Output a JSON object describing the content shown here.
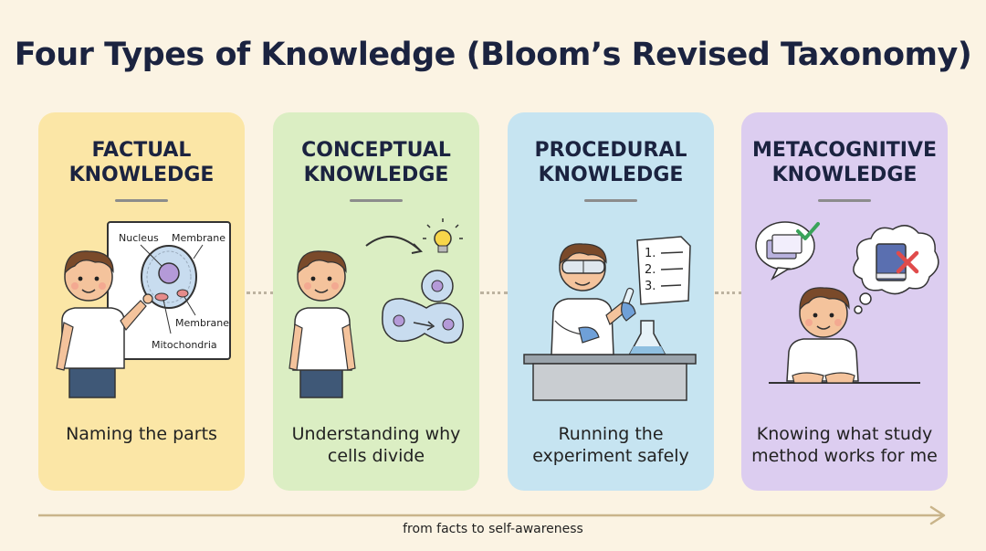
{
  "title": "Four Types of Knowledge (Bloom’s Revised Taxonomy)",
  "cards": [
    {
      "heading_line1": "FACTUAL",
      "heading_line2": "KNOWLEDGE",
      "caption_line1": "Naming the parts",
      "caption_line2": "",
      "labels": [
        "Nucleus",
        "Membrane",
        "Membrane",
        "Mitochondria"
      ],
      "color": "#fbe6a6"
    },
    {
      "heading_line1": "CONCEPTUAL",
      "heading_line2": "KNOWLEDGE",
      "caption_line1": "Understanding why",
      "caption_line2": "cells divide",
      "color": "#dbeec3"
    },
    {
      "heading_line1": "PROCEDURAL",
      "heading_line2": "KNOWLEDGE",
      "caption_line1": "Running the",
      "caption_line2": "experiment safely",
      "steps": [
        "1.",
        "2.",
        "3."
      ],
      "color": "#c6e4f1"
    },
    {
      "heading_line1": "METACOGNITIVE",
      "heading_line2": "KNOWLEDGE",
      "caption_line1": "Knowing what study",
      "caption_line2": "method works for me",
      "color": "#dccdf0"
    }
  ],
  "footer": {
    "arrow_label": "from facts to self-awareness"
  },
  "colors": {
    "background": "#fbf3e3",
    "arrow": "#c9b48a",
    "skin": "#f4c39c",
    "hair": "#7a4a2a",
    "shirt": "#ffffff",
    "pants": "#3f5877",
    "cell_fill": "#c8dcef",
    "nucleus": "#b49ad8",
    "check": "#3aa35a",
    "cross": "#e04b4b"
  }
}
